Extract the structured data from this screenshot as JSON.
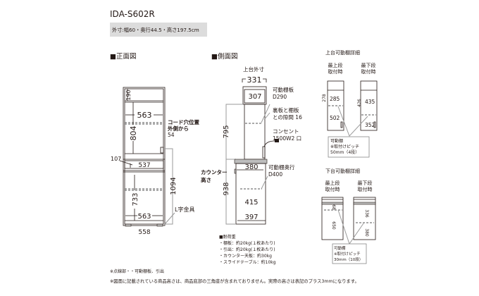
{
  "title": "IDA-S602R",
  "dimensions_summary": "外寸:幅60・奥行44.5・高さ197.5cm",
  "front_view": {
    "heading": "■正面図",
    "dims": {
      "top_section": "190",
      "inner_width_upper": "563",
      "upper_height": "804",
      "counter_thickness": "107",
      "drawer_width": "537",
      "outlet_height": "1094",
      "lower_height": "733",
      "inner_width_lower": "563",
      "outer_width": "558"
    },
    "cord_hole_label": [
      "コード穴位置",
      "外側から",
      "54"
    ],
    "bracket_label": "L字金具"
  },
  "side_view": {
    "heading": "■側面図",
    "top_outer_label": "上台外寸",
    "dims": {
      "top_outer": "331",
      "top_inner": "307",
      "upper_height": "795",
      "drawer_depth": "380",
      "lower_inner": "415",
      "lower_bottom": "397",
      "counter_height": "938"
    },
    "counter_height_label": [
      "カウンター",
      "高さ"
    ],
    "labels": {
      "shelf": [
        "可動棚板",
        "D290"
      ],
      "gap": [
        "裏板と棚板",
        "との隙間 16"
      ],
      "outlet": [
        "コンセント",
        "1500W2 口"
      ],
      "lower_shelf": [
        "可動棚奥行",
        "D400"
      ]
    }
  },
  "upper_detail": {
    "title": "上台可動棚詳細",
    "top_pos": [
      "最上段",
      "取付時"
    ],
    "bottom_pos": [
      "最下段",
      "取付時"
    ],
    "dims": {
      "left_overall": "278",
      "left_top": "285",
      "left_bottom": "502",
      "right_overall": "426",
      "right_top": "435",
      "right_bottom": "352"
    },
    "callout": [
      "可動棚",
      "※取付けピッチ",
      "50mm（4段）"
    ]
  },
  "lower_detail": {
    "title": "下台可動棚詳細",
    "top_pos": [
      "最上段",
      "取付時"
    ],
    "bottom_pos": [
      "最下段",
      "取付時"
    ],
    "dims": {
      "left_top": "68",
      "left_bottom": "650",
      "right_top": "336",
      "right_bottom": "380"
    },
    "callout": [
      "可動棚",
      "※取付けピッチ",
      "30mm（10段）"
    ]
  },
  "load_capacity": {
    "title": "■耐荷重",
    "items": [
      "・棚板：約20kg(１枚あたり)",
      "・引出：約20kg(１枚あたり)",
      "・カウンター天板：約30kg",
      "・スライドテーブル：約10kg"
    ]
  },
  "footnotes": [
    "※点線部・・可動棚板、引出",
    "※図面に記載されている商品高さは、商品底部の三角座が含まれておりません。実際の高さは表記のプラス3mmになります。"
  ]
}
